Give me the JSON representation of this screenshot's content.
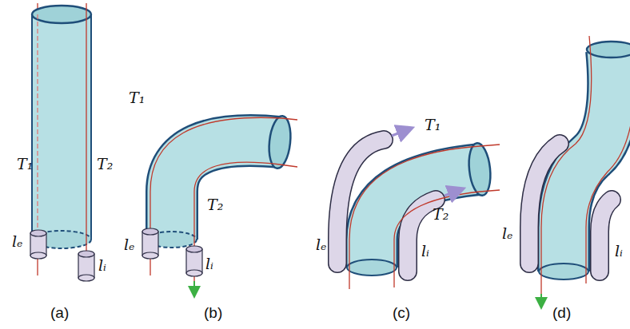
{
  "diagram": {
    "labels": [
      "T₁",
      "T₂",
      "lₑ",
      "lᵢ",
      "(a)",
      "T₁",
      "T₂",
      "lₑ",
      "lᵢ",
      "(b)",
      "T₁",
      "T₂",
      "lₑ",
      "lᵢ",
      "(c)",
      "lₑ",
      "lᵢ",
      "(d)"
    ]
  }
}
